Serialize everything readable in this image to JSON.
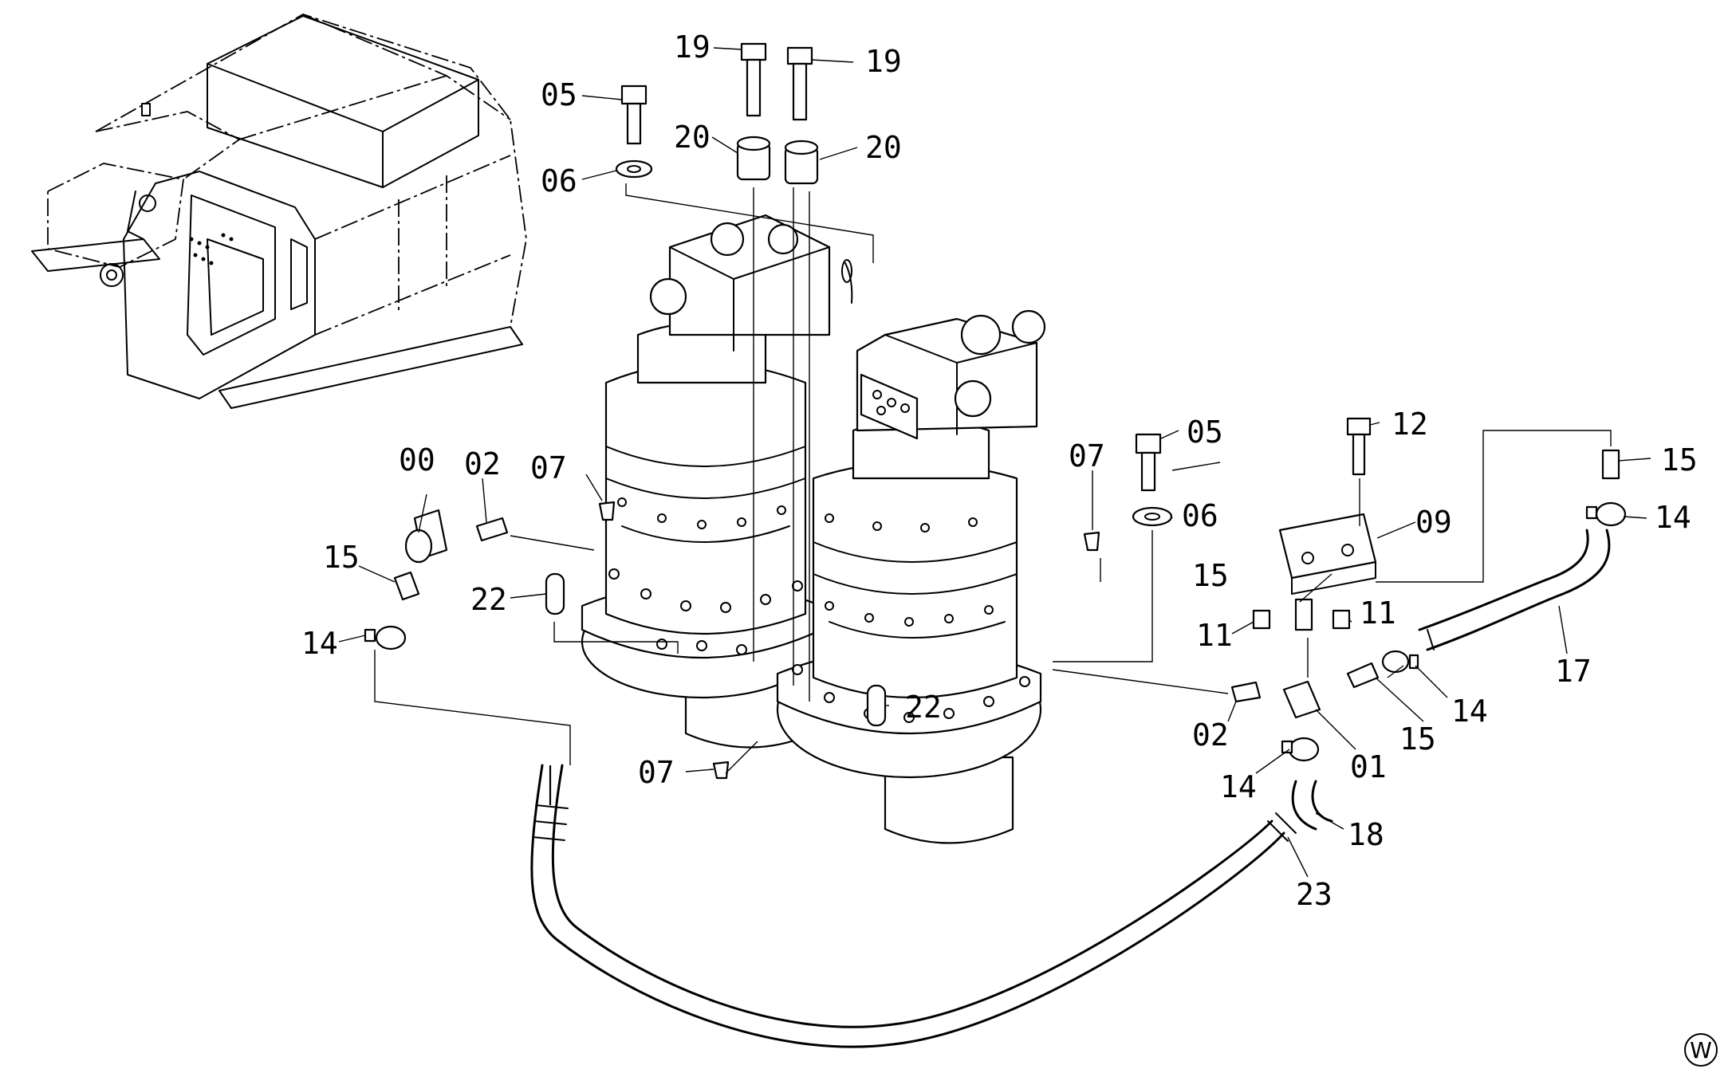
{
  "diagram": {
    "labels": {
      "c00": "00",
      "c01": "01",
      "c02a": "02",
      "c02b": "02",
      "c05a": "05",
      "c05b": "05",
      "c06a": "06",
      "c06b": "06",
      "c07a": "07",
      "c07b": "07",
      "c07c": "07",
      "c09": "09",
      "c11a": "11",
      "c11b": "11",
      "c12": "12",
      "c14a": "14",
      "c14b": "14",
      "c14c": "14",
      "c14d": "14",
      "c15a": "15",
      "c15b": "15",
      "c15c": "15",
      "c15d": "15",
      "c17": "17",
      "c18": "18",
      "c19a": "19",
      "c19b": "19",
      "c20a": "20",
      "c20b": "20",
      "c22a": "22",
      "c22b": "22",
      "c23": "23"
    },
    "corner_mark": "W"
  }
}
